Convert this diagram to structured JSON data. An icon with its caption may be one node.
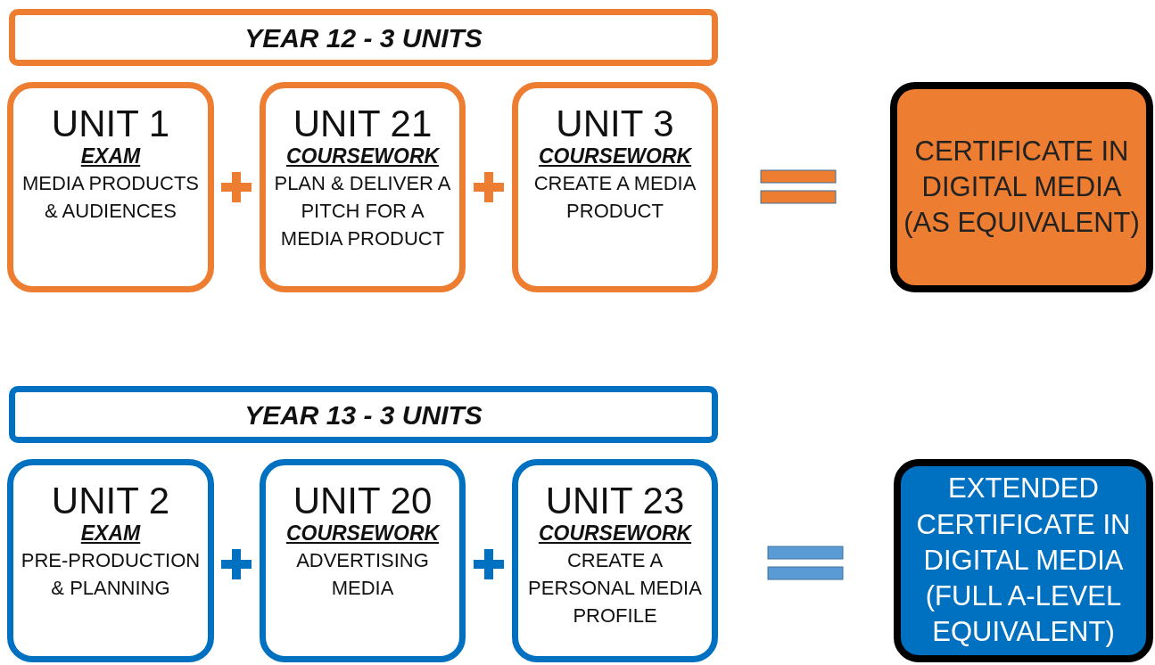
{
  "diagram": {
    "nodes": [
      {
        "text": [
          "YEAR 12 - 3 UNITS"
        ]
      },
      {
        "text": [
          "UNIT 1",
          "EXAM",
          "MEDIA PRODUCTS & AUDIENCES"
        ]
      },
      {
        "text": [
          "UNIT 21",
          "COURSEWORK",
          "PLAN & DELIVER A PITCH FOR A MEDIA PRODUCT"
        ]
      },
      {
        "text": [
          "UNIT 3",
          "COURSEWORK",
          "CREATE A MEDIA PRODUCT"
        ]
      },
      {
        "text": [
          "CERTIFICATE IN DIGITAL MEDIA (AS EQUIVALENT)"
        ]
      },
      {
        "text": [
          "YEAR 13 - 3 UNITS"
        ]
      },
      {
        "text": [
          "UNIT 2",
          "EXAM",
          "PRE-PRODUCTION & PLANNING"
        ]
      },
      {
        "text": [
          "UNIT 20",
          "COURSEWORK",
          "ADVERTISING MEDIA"
        ]
      },
      {
        "text": [
          "UNIT 23",
          "COURSEWORK",
          "CREATE A PERSONAL MEDIA PROFILE"
        ]
      },
      {
        "text": [
          "EXTENDED CERTIFICATE IN DIGITAL MEDIA (FULL A-LEVEL EQUIVALENT)"
        ]
      }
    ]
  }
}
